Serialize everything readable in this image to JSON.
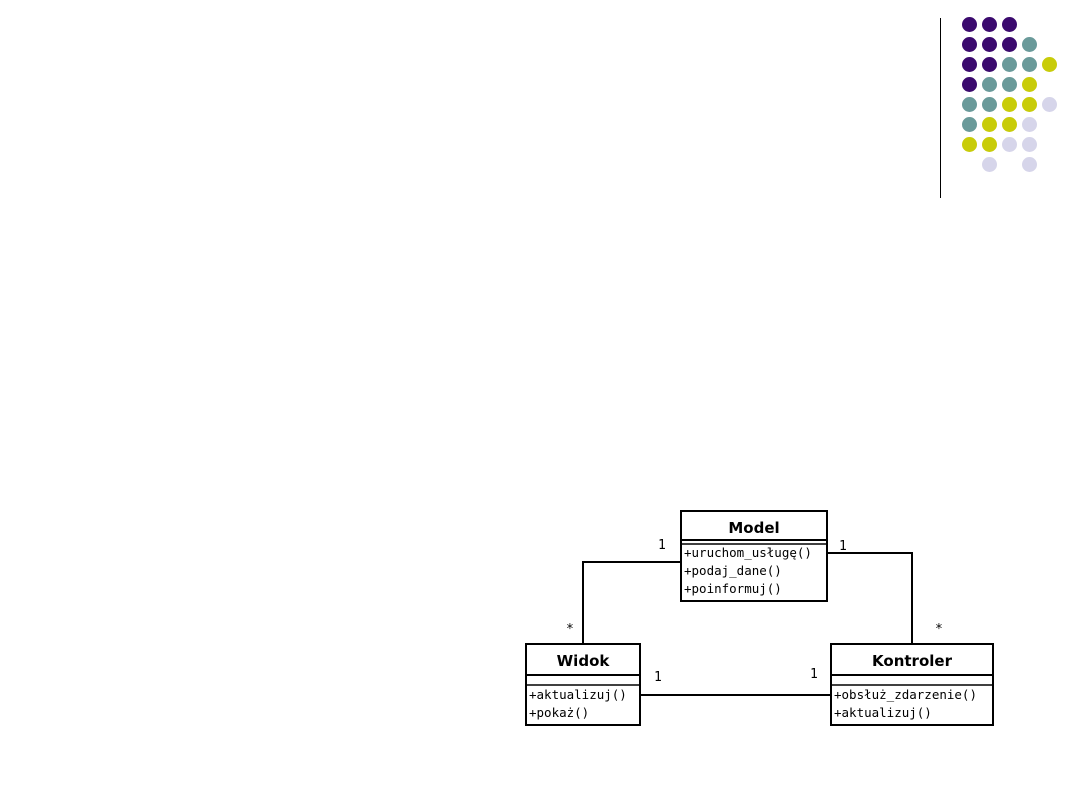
{
  "decoration": {
    "dot_colors": {
      "purple": "#3b0a6e",
      "teal": "#6a9a9a",
      "yellow": "#c8cc0a",
      "lavender": "#d6d5ea"
    },
    "dot_rows": [
      [
        "purple",
        "purple",
        "purple",
        null,
        null
      ],
      [
        "purple",
        "purple",
        "purple",
        "teal",
        null
      ],
      [
        "purple",
        "purple",
        "teal",
        "teal",
        "yellow"
      ],
      [
        "purple",
        "teal",
        "teal",
        "yellow",
        null
      ],
      [
        "teal",
        "teal",
        "yellow",
        "yellow",
        "lavender"
      ],
      [
        "teal",
        "yellow",
        "yellow",
        "lavender",
        null
      ],
      [
        "yellow",
        "yellow",
        "lavender",
        "lavender",
        null
      ],
      [
        null,
        "lavender",
        null,
        "lavender",
        null
      ]
    ]
  },
  "diagram": {
    "classes": {
      "model": {
        "name": "Model",
        "methods": [
          "+uruchom_usługę()",
          "+podaj_dane()",
          "+poinformuj()"
        ]
      },
      "widok": {
        "name": "Widok",
        "methods": [
          "+aktualizuj()",
          "+pokaż()"
        ]
      },
      "kontroler": {
        "name": "Kontroler",
        "methods": [
          "+obsłuż_zdarzenie()",
          "+aktualizuj()"
        ]
      }
    },
    "associations": {
      "model_widok": {
        "model_end": "1",
        "widok_end": "*"
      },
      "model_kontroler": {
        "model_end": "1",
        "kontroler_end": "*"
      },
      "widok_kontroler": {
        "widok_end": "1",
        "kontroler_end": "1"
      }
    }
  }
}
